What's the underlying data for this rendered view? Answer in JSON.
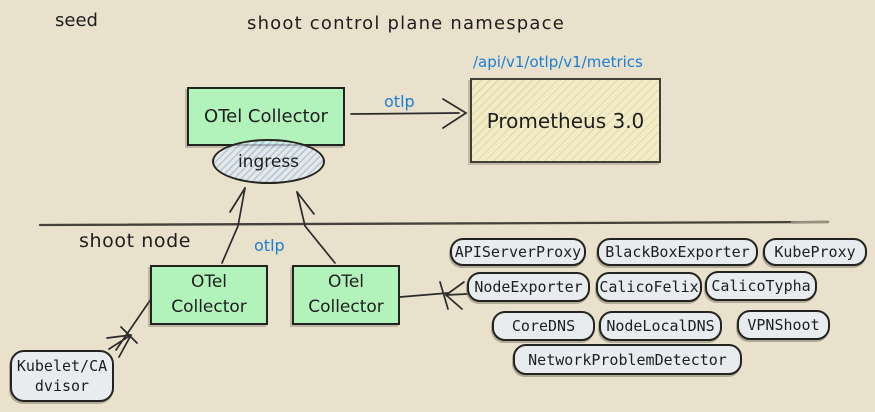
{
  "colors": {
    "background": "#e9e1cb",
    "ink": "#1e1e1e",
    "accent_blue": "#1c7ed6",
    "green_fill": "#b2f2bb",
    "yellow_fill": "#f2ecc9",
    "pill_fill": "#e9ecef",
    "ingress_fill": "#d6e2f0"
  },
  "zones": {
    "seed_label": "seed",
    "control_plane_label": "shoot control plane namespace",
    "shoot_node_label": "shoot node"
  },
  "seed_zone": {
    "collector_label": "OTel Collector",
    "ingress_label": "ingress",
    "otlp_label": "otlp",
    "prometheus_label": "Prometheus 3.0",
    "endpoint_label": "/api/v1/otlp/v1/metrics"
  },
  "shoot_zone": {
    "otlp_label": "otlp",
    "collector_left": [
      "OTel",
      "Collector"
    ],
    "collector_right": [
      "OTel",
      "Collector"
    ],
    "kubelet_lines": [
      "Kubelet/CA",
      "dvisor"
    ],
    "exporters": [
      "APIServerProxy",
      "BlackBoxExporter",
      "KubeProxy",
      "NodeExporter",
      "CalicoFelix",
      "CalicoTypha",
      "CoreDNS",
      "NodeLocalDNS",
      "VPNShoot",
      "NetworkProblemDetector"
    ]
  }
}
